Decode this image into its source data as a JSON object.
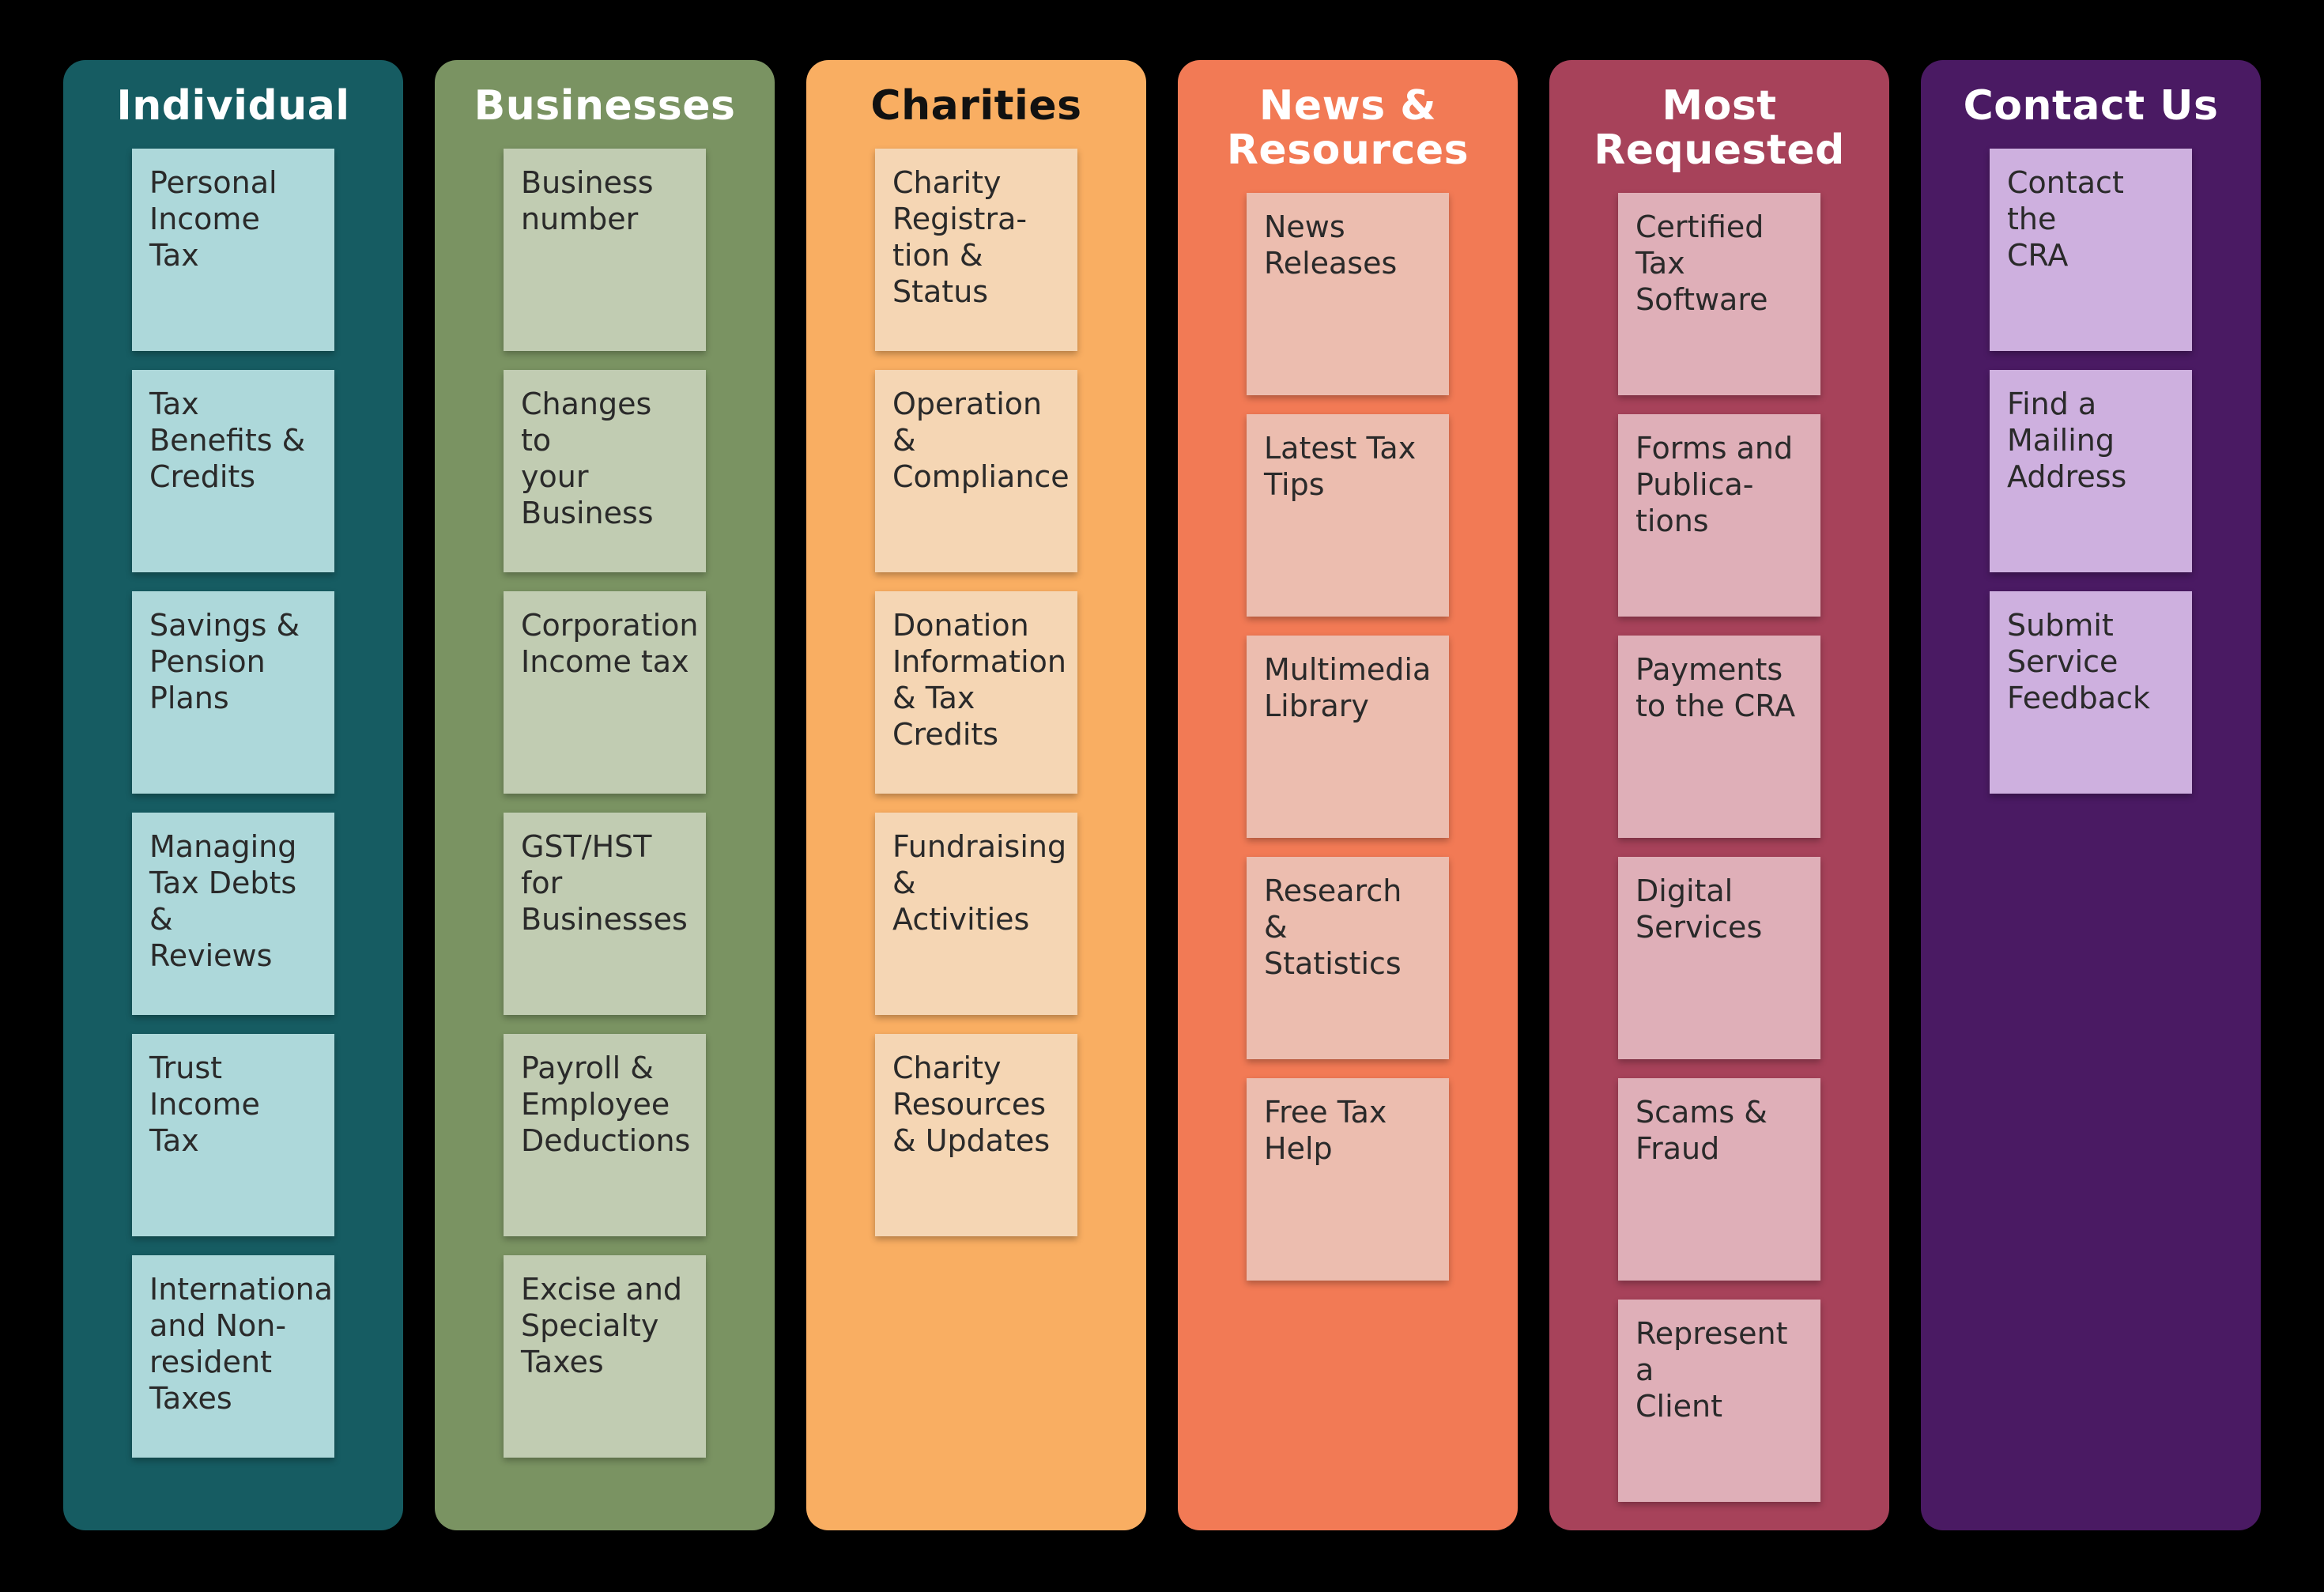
{
  "columns": [
    {
      "id": "individual",
      "title": "Individual",
      "color": "#165C62",
      "card_color": "#ADD8DA",
      "items": [
        "Personal\nIncome Tax",
        "Tax\nBenefits &\nCredits",
        "Savings &\nPension\nPlans",
        "Managing\nTax Debts &\nReviews",
        "Trust\nIncome Tax",
        "International\nand Non-\nresident\nTaxes"
      ]
    },
    {
      "id": "businesses",
      "title": "Businesses",
      "color": "#7A9362",
      "card_color": "#C1CCB2",
      "items": [
        "Business\nnumber",
        "Changes to\nyour\nBusiness",
        "Corporation\nIncome tax",
        "GST/HST\nfor\nBusinesses",
        "Payroll &\nEmployee\nDeductions",
        "Excise and\nSpecialty\nTaxes"
      ]
    },
    {
      "id": "charities",
      "title": "Charities",
      "color": "#F9AE62",
      "card_color": "#F5D6B4",
      "title_color": "#111111",
      "items": [
        "Charity\nRegistra-\ntion &\nStatus",
        "Operation &\nCompliance",
        "Donation\nInformation\n& Tax\nCredits",
        "Fundraising\n& Activities",
        "Charity\nResources\n& Updates"
      ]
    },
    {
      "id": "news-resources",
      "title": "News & Resources",
      "color": "#F27A55",
      "card_color": "#ECBDAF",
      "items": [
        "News\nReleases",
        "Latest Tax\nTips",
        "Multimedia\nLibrary",
        "Research &\nStatistics",
        "Free Tax\nHelp"
      ]
    },
    {
      "id": "most-requested",
      "title": "Most Requested",
      "color": "#A7425A",
      "card_color": "#DFAFB8",
      "items": [
        "Certified\nTax\nSoftware",
        "Forms and\nPublica-\ntions",
        "Payments\nto the CRA",
        "Digital\nServices",
        "Scams &\nFraud",
        "Represent a\nClient"
      ]
    },
    {
      "id": "contact-us",
      "title": "Contact Us",
      "color": "#4A1A63",
      "card_color": "#CEB0DF",
      "items": [
        "Contact the\nCRA",
        "Find a\nMailing\nAddress",
        "Submit\nService\nFeedback"
      ]
    }
  ]
}
